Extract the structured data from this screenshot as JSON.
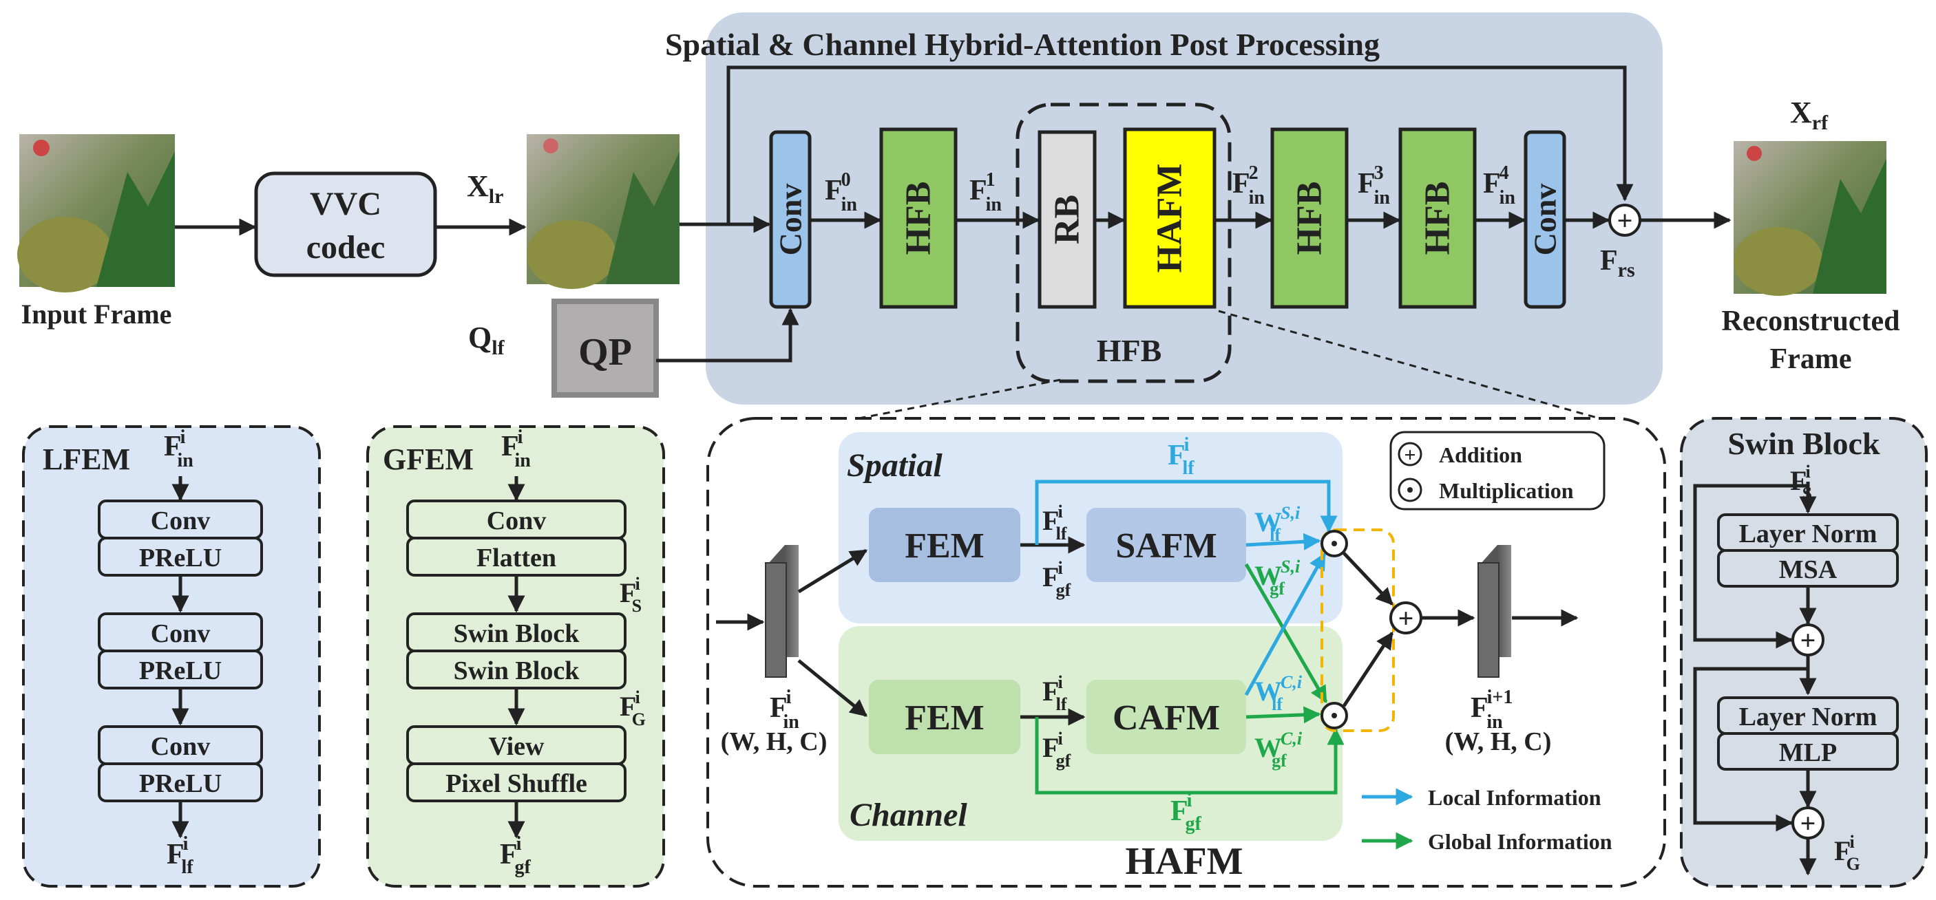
{
  "title": "Spatial & Channel Hybrid-Attention Post Processing",
  "colors": {
    "main_panel": "#c9d5e4",
    "conv_block": "#9cc3ea",
    "hfb_block": "#8fc763",
    "rb_block": "#dcdcdc",
    "hafm_block": "#ffff00",
    "qp_block": "#b0aeae",
    "lfem_panel": "#dae6f5",
    "gfem_panel": "#e1efd8",
    "swin_panel": "#d6dde7",
    "spatial_panel": "#dae8f7",
    "channel_panel": "#dcefd3",
    "spatial_fem": "#a6bee0",
    "spatial_safm": "#b3c8e6",
    "channel_fem": "#bde0ad",
    "channel_cafm": "#c6e5b7",
    "local_arrow": "#2ea8e0",
    "global_arrow": "#1fa84a",
    "dashed_yellow": "#f2b500"
  },
  "top": {
    "input_label": "Input Frame",
    "codec_line1": "VVC",
    "codec_line2": "codec",
    "xlr": "X",
    "xlr_sub": "lr",
    "qlf": "Q",
    "qlf_sub": "lf",
    "qp": "QP",
    "conv": "Conv",
    "hfb": "HFB",
    "rb": "RB",
    "hafm": "HAFM",
    "hfb_group_label": "HFB",
    "f_main": "F",
    "f_sub": "in",
    "f0_sup": "0",
    "f1_sup": "1",
    "f2_sup": "2",
    "f3_sup": "3",
    "f4_sup": "4",
    "frs": "F",
    "frs_sub": "rs",
    "xrf": "X",
    "xrf_sub": "rf",
    "recon_line1": "Reconstructed",
    "recon_line2": "Frame",
    "plus": "+"
  },
  "lfem": {
    "title": "LFEM",
    "in_main": "F",
    "in_sub": "in",
    "in_sup": "i",
    "blocks": [
      "Conv",
      "PReLU",
      "Conv",
      "PReLU",
      "Conv",
      "PReLU"
    ],
    "out_main": "F",
    "out_sub": "lf",
    "out_sup": "i"
  },
  "gfem": {
    "title": "GFEM",
    "in_main": "F",
    "in_sub": "in",
    "in_sup": "i",
    "blocks": [
      "Conv",
      "Flatten",
      "Swin Block",
      "Swin Block",
      "View",
      "Pixel Shuffle"
    ],
    "fs_main": "F",
    "fs_sub": "S",
    "fs_sup": "i",
    "fg_main": "F",
    "fg_sub": "G",
    "fg_sup": "i",
    "out_main": "F",
    "out_sub": "gf",
    "out_sup": "i"
  },
  "hafm": {
    "title": "HAFM",
    "spatial_label": "Spatial",
    "channel_label": "Channel",
    "fem": "FEM",
    "safm": "SAFM",
    "cafm": "CAFM",
    "f": "F",
    "lf": "lf",
    "gf": "gf",
    "i": "i",
    "w": "W",
    "w_s_sup": "S,i",
    "w_c_sup": "C,i",
    "in_sub": "in",
    "in_sup": "i",
    "out_sup": "i+1",
    "shape": "(W, H, C)",
    "legend_add_sym": "+",
    "legend_add": "Addition",
    "legend_mul_sym": "·",
    "legend_mul": "Multiplication",
    "legend_local": "Local Information",
    "legend_global": "Global Information"
  },
  "swin": {
    "title": "Swin Block",
    "in_main": "F",
    "in_sub": "S",
    "in_sup": "i",
    "blocks": [
      "Layer Norm",
      "MSA",
      "Layer Norm",
      "MLP"
    ],
    "out_main": "F",
    "out_sub": "G",
    "out_sup": "i",
    "plus": "+"
  }
}
